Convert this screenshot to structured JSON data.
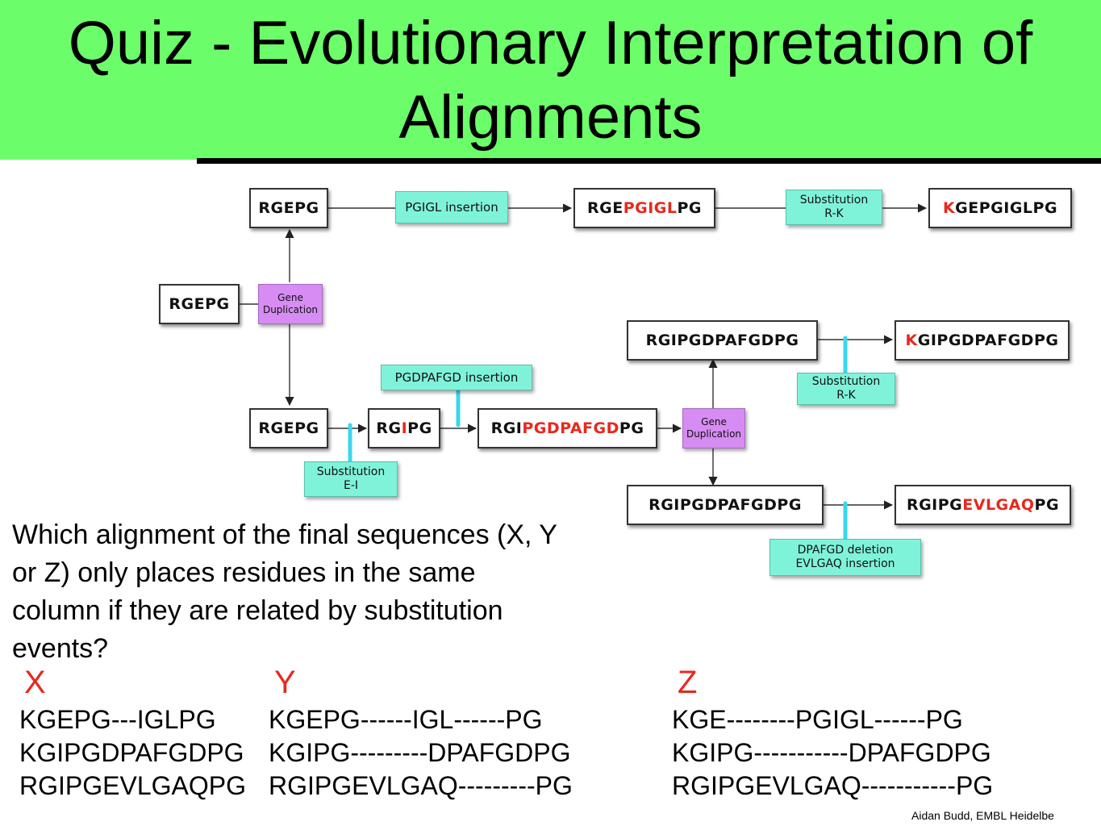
{
  "title": {
    "line1": "Quiz - Evolutionary Interpretation of",
    "line2": "Alignments"
  },
  "diagram": {
    "root": "RGEPG",
    "dup1": {
      "line1": "Gene",
      "line2": "Duplication"
    },
    "top_branch": {
      "seq1": "RGEPG",
      "event1": "PGIGL insertion",
      "seq2": {
        "black1": "RGE",
        "red": "PGIGL",
        "black2": "PG"
      },
      "event2": {
        "line1": "Substitution",
        "line2": "R-K"
      },
      "seq3": {
        "red": "K",
        "black": "GEPGIGLPG"
      }
    },
    "bottom_branch": {
      "seq1": "RGEPG",
      "event1": {
        "line1": "Substitution",
        "line2": "E-I"
      },
      "seq2": {
        "black1": "RG",
        "red": "I",
        "black2": "PG"
      },
      "event2": "PGDPAFGD insertion",
      "seq3": {
        "black1": "RGI",
        "red": "PGDPAFGD",
        "black2": "PG"
      },
      "dup2": {
        "line1": "Gene",
        "line2": "Duplication"
      },
      "upper": {
        "seq": "RGIPGDPAFGDPG",
        "event": {
          "line1": "Substitution",
          "line2": "R-K"
        },
        "final": {
          "red": "K",
          "black": "GIPGDPAFGDPG"
        }
      },
      "lower": {
        "seq": "RGIPGDPAFGDPG",
        "event": {
          "line1": "DPAFGD deletion",
          "line2": "EVLGAQ insertion"
        },
        "final": {
          "black1": "RGIPG",
          "red": "EVLGAQ",
          "black2": "PG"
        }
      }
    }
  },
  "question": {
    "line1": "Which alignment of the final sequences (X, Y",
    "line2": "or Z) only places residues in the same",
    "line3": "column if they are related by substitution",
    "line4": "events?"
  },
  "options": {
    "X": {
      "label": "X",
      "rows": [
        "KGEPG---IGLPG",
        "KGIPGDPAFGDPG",
        "RGIPGEVLGAQPG"
      ]
    },
    "Y": {
      "label": "Y",
      "rows": [
        "KGEPG------IGL------PG",
        "KGIPG---------DPAFGDPG",
        "RGIPGEVLGAQ---------PG"
      ]
    },
    "Z": {
      "label": "Z",
      "rows": [
        "KGE--------PGIGL------PG",
        "KGIPG-----------DPAFGDPG",
        "RGIPGEVLGAQ-----------PG"
      ]
    }
  },
  "credit": "Aidan Budd, EMBL Heidelbe",
  "colors": {
    "title_bg": "#6cfe6a",
    "highlight": "#e8281e",
    "event_box": "#7ff3d9",
    "duplication_box": "#d68cf2",
    "connector": "#3ad7ee"
  }
}
